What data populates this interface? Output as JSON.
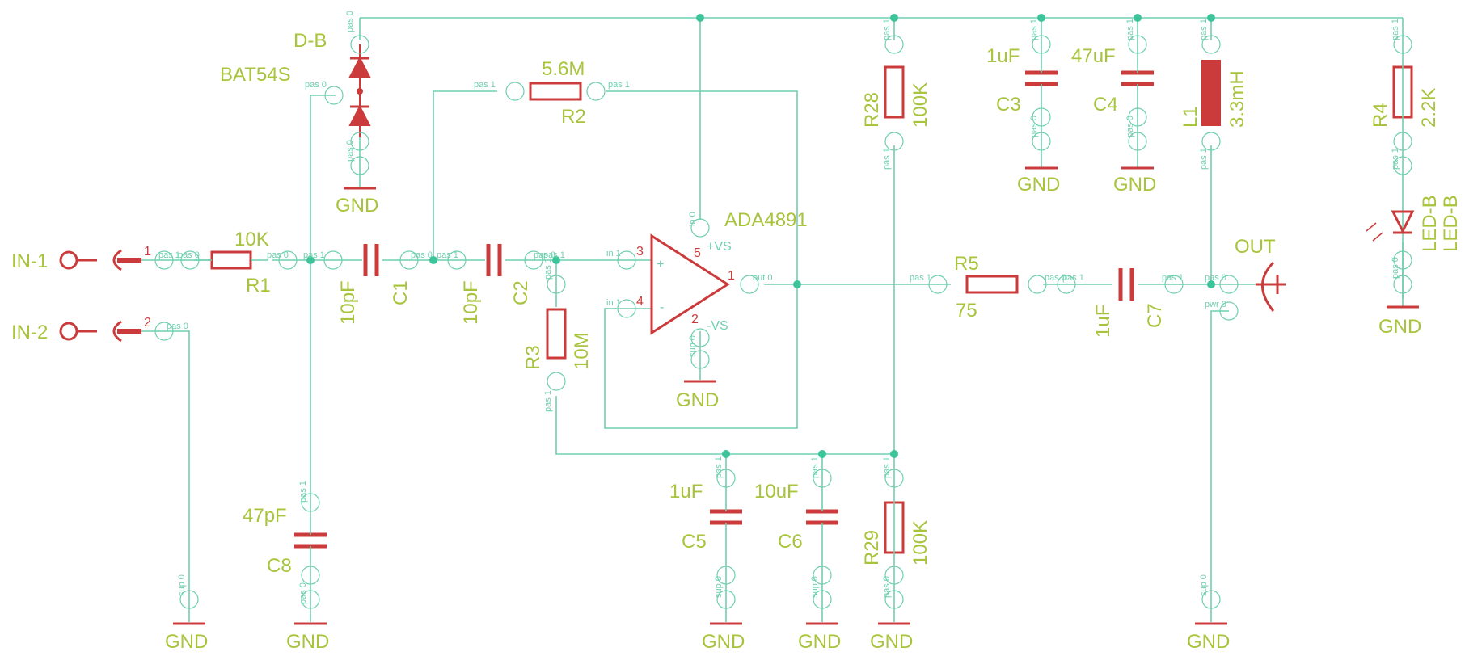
{
  "labels": {
    "in1": "IN-1",
    "in2": "IN-2",
    "out": "OUT",
    "d_b": "D-B",
    "bat54s": "BAT54S",
    "r1_name": "R1",
    "r1_val": "10K",
    "r2_name": "R2",
    "r2_val": "5.6M",
    "r3_name": "R3",
    "r3_val": "10M",
    "r4_name": "R4",
    "r4_val": "2.2K",
    "r5_name": "R5",
    "r5_val": "75",
    "r28_name": "R28",
    "r28_val": "100K",
    "r29_name": "R29",
    "r29_val": "100K",
    "c1_name": "C1",
    "c1_val": "10pF",
    "c2_name": "C2",
    "c2_val": "10pF",
    "c3_name": "C3",
    "c3_val": "1uF",
    "c4_name": "C4",
    "c4_val": "47uF",
    "c5_name": "C5",
    "c5_val": "1uF",
    "c6_name": "C6",
    "c6_val": "10uF",
    "c7_name": "C7",
    "c7_val": "1uF",
    "c8_name": "C8",
    "c8_val": "47pF",
    "l1_name": "L1",
    "l1_val": "3.3mH",
    "opamp": "ADA4891",
    "led_name": "LED-B",
    "led_val": "LED-B",
    "vs_pos": "+VS",
    "vs_neg": "-VS",
    "gnd": "GND"
  },
  "pins": {
    "pas0": "pas 0",
    "pas1": "pas 1",
    "sup0": "sup 0",
    "in0": "in 0",
    "in1": "in 1",
    "out0": "out 0",
    "pwr0": "pwr 0",
    "n1": "1",
    "n2": "2",
    "n3": "3",
    "n4": "4",
    "n5": "5",
    "plus": "+",
    "minus": "-"
  },
  "colors": {
    "wire": "#6fcfb0",
    "part": "#cc3b3b",
    "label": "#a8c43c",
    "junction": "#3cc49a"
  }
}
